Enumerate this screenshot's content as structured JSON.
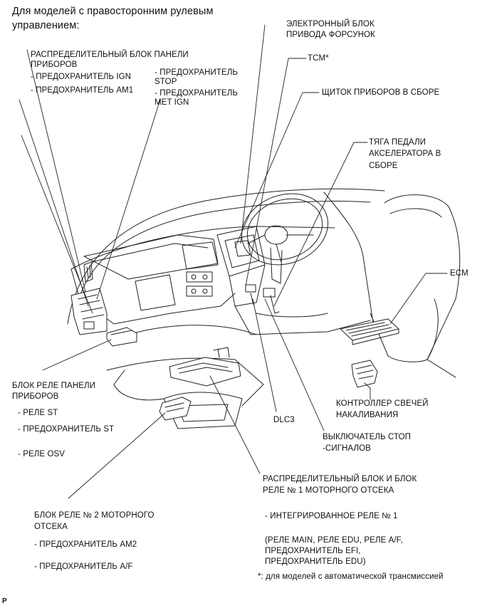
{
  "heading": [
    "Для моделей с правосторонним рулевым",
    "управлением:"
  ],
  "ipjb": {
    "title": [
      "РАСПРЕДЕЛИТЕЛЬНЫЙ БЛОК ПАНЕЛИ",
      "ПРИБОРОВ"
    ],
    "fuse_ign": "- ПРЕДОХРАНИТЕЛЬ IGN",
    "fuse_am1": "- ПРЕДОХРАНИТЕЛЬ AM1",
    "fuse_stop": [
      "- ПРЕДОХРАНИТЕЛЬ",
      "STOP"
    ],
    "fuse_met_ign": [
      "- ПРЕДОХРАНИТЕЛЬ",
      "MET IGN"
    ]
  },
  "edu": [
    "ЭЛЕКТРОННЫЙ БЛОК",
    "ПРИВОДА ФОРСУНОК"
  ],
  "tcm": "TCM*",
  "meter": "ЩИТОК ПРИБОРОВ В СБОРЕ",
  "accel": [
    "ТЯГА ПЕДАЛИ",
    "АКСЕЛЕРАТОРА В",
    "СБОРЕ"
  ],
  "ecm": "ECM",
  "irb": {
    "title": [
      "БЛОК РЕЛЕ ПАНЕЛИ",
      "ПРИБОРОВ"
    ],
    "relay_st": "- РЕЛЕ ST",
    "fuse_st": "- ПРЕДОХРАНИТЕЛЬ ST",
    "relay_osv": "- РЕЛЕ OSV"
  },
  "glow": [
    "КОНТРОЛЛЕР СВЕЧЕЙ",
    "НАКАЛИВАНИЯ"
  ],
  "dlc3": "DLC3",
  "stop_sw": [
    "ВЫКЛЮЧАТЕЛЬ СТОП",
    "-СИГНАЛОВ"
  ],
  "engine_rb1": {
    "title": [
      "РАСПРЕДЕЛИТЕЛЬНЫЙ БЛОК И БЛОК",
      "РЕЛЕ № 1 МОТОРНОГО ОТСЕКА"
    ],
    "integrated": "- ИНТЕГРИРОВАННОЕ РЕЛЕ № 1",
    "contents": [
      "(РЕЛЕ MAIN, РЕЛЕ EDU, РЕЛЕ A/F,",
      "ПРЕДОХРАНИТЕЛЬ EFI,",
      "ПРЕДОХРАНИТЕЛЬ EDU)"
    ]
  },
  "engine_rb2": {
    "title": [
      "БЛОК РЕЛЕ № 2 МОТОРНОГО",
      "ОТСЕКА"
    ],
    "fuse_am2": "- ПРЕДОХРАНИТЕЛЬ AM2",
    "fuse_af": "- ПРЕДОХРАНИТЕЛЬ A/F"
  },
  "footnote": "*: для моделей с автоматической трансмиссией",
  "corner_mark": "P"
}
